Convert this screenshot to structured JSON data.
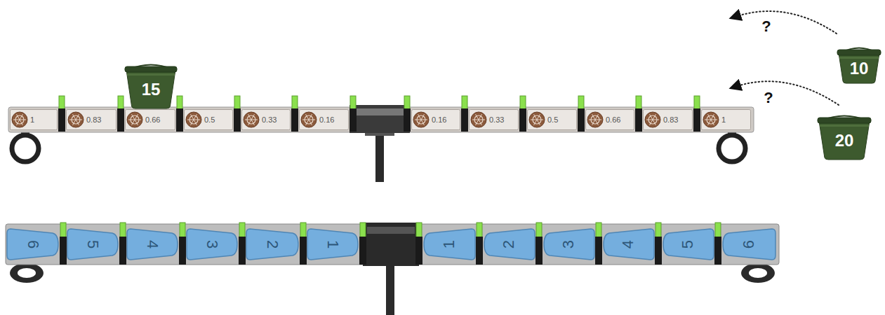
{
  "diagram": {
    "nodes": [
      {
        "text": [
          "15"
        ]
      },
      {
        "text": [
          "10"
        ]
      },
      {
        "text": [
          "20"
        ]
      },
      {
        "text": [
          "1"
        ]
      },
      {
        "text": [
          "0.83"
        ]
      },
      {
        "text": [
          "0.66"
        ]
      },
      {
        "text": [
          "0.5"
        ]
      },
      {
        "text": [
          "0.33"
        ]
      },
      {
        "text": [
          "0.16"
        ]
      },
      {
        "text": [
          "0.16"
        ]
      },
      {
        "text": [
          "0.33"
        ]
      },
      {
        "text": [
          "0.5"
        ]
      },
      {
        "text": [
          "0.66"
        ]
      },
      {
        "text": [
          "0.83"
        ]
      },
      {
        "text": [
          "1"
        ]
      },
      {
        "text": [
          "6"
        ]
      },
      {
        "text": [
          "5"
        ]
      },
      {
        "text": [
          "4"
        ]
      },
      {
        "text": [
          "3"
        ]
      },
      {
        "text": [
          "2"
        ]
      },
      {
        "text": [
          "1"
        ]
      },
      {
        "text": [
          "1"
        ]
      },
      {
        "text": [
          "2"
        ]
      },
      {
        "text": [
          "3"
        ]
      },
      {
        "text": [
          "4"
        ]
      },
      {
        "text": [
          "5"
        ]
      },
      {
        "text": [
          "6"
        ]
      }
    ],
    "labels": [
      "?",
      "?"
    ]
  }
}
